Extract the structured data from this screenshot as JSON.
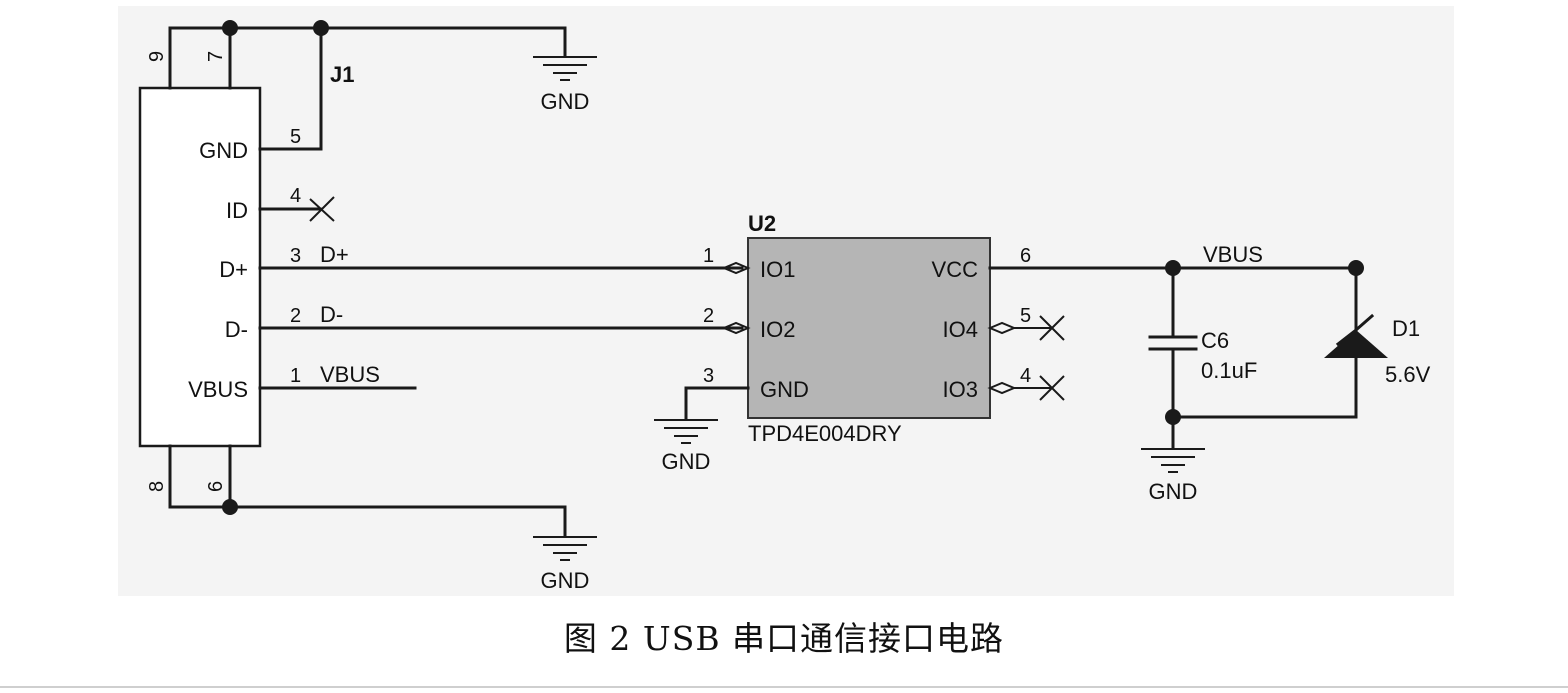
{
  "caption": "图 2 USB 串口通信接口电路",
  "gnd_label": "GND",
  "connector": {
    "ref": "J1",
    "pins": [
      {
        "num": "5",
        "name": "GND"
      },
      {
        "num": "4",
        "name": "ID"
      },
      {
        "num": "3",
        "name": "D+",
        "net": "D+"
      },
      {
        "num": "2",
        "name": "D-",
        "net": "D-"
      },
      {
        "num": "1",
        "name": "VBUS",
        "net": "VBUS"
      }
    ],
    "shield_top": [
      "9",
      "7"
    ],
    "shield_bottom": [
      "8",
      "6"
    ]
  },
  "ic": {
    "ref": "U2",
    "part": "TPD4E004DRY",
    "fill_color": "#b5b5b5",
    "left_pins": [
      {
        "num": "1",
        "name": "IO1"
      },
      {
        "num": "2",
        "name": "IO2"
      },
      {
        "num": "3",
        "name": "GND"
      }
    ],
    "right_pins": [
      {
        "num": "6",
        "name": "VCC"
      },
      {
        "num": "5",
        "name": "IO4"
      },
      {
        "num": "4",
        "name": "IO3"
      }
    ]
  },
  "vbus_net": "VBUS",
  "capacitor": {
    "ref": "C6",
    "value": "0.1uF"
  },
  "diode": {
    "ref": "D1",
    "value": "5.6V"
  }
}
